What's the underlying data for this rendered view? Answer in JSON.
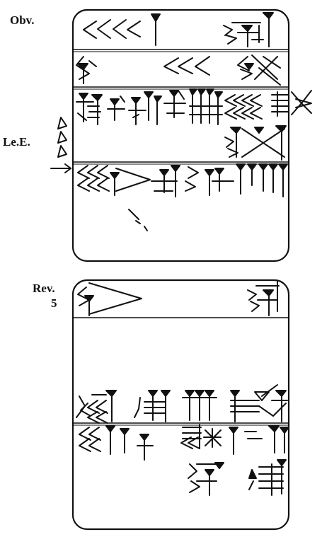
{
  "labels": {
    "obverse": "Obv.",
    "left_edge": "Le.E.",
    "reverse": "Rev.",
    "reverse_line_number": "5"
  },
  "colors": {
    "ink": "#111111",
    "background": "#ffffff"
  }
}
